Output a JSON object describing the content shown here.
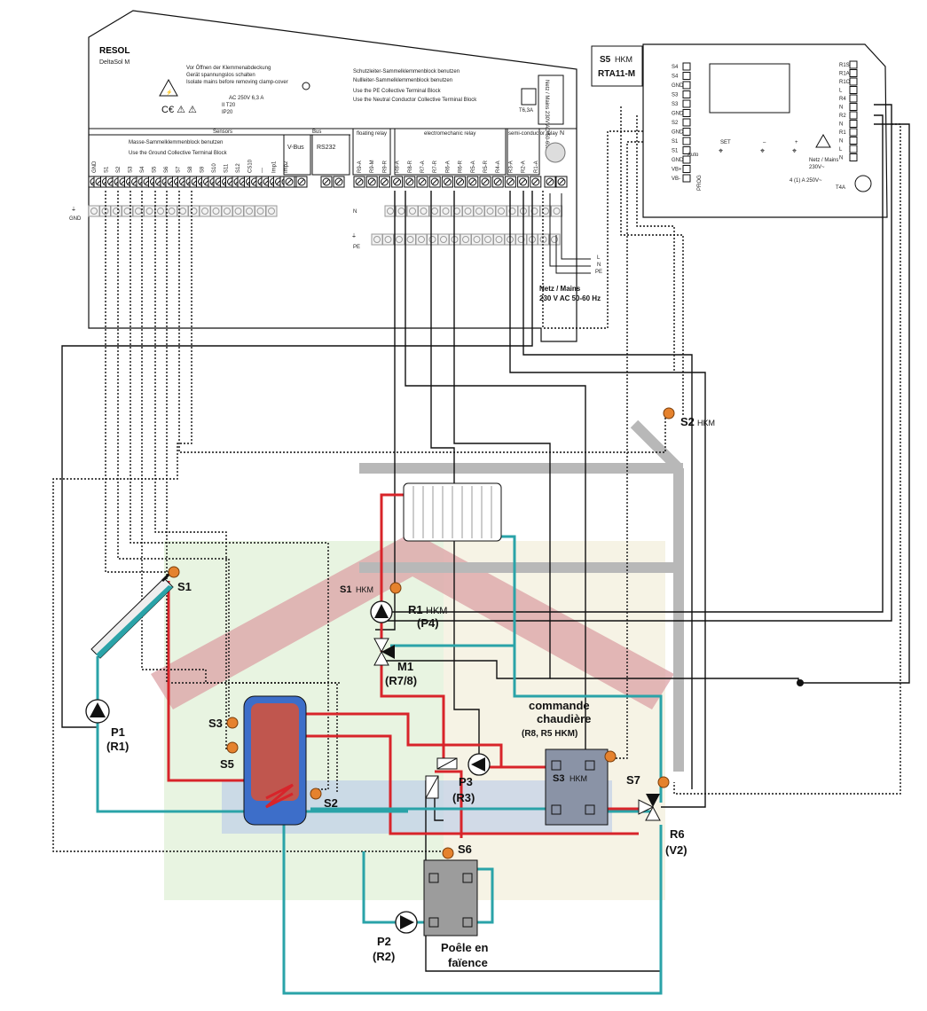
{
  "controller": {
    "brand": "RESOL",
    "model": "DeltaSol M",
    "warning_de": "Vor Öffnen der Klemmenabdeckung",
    "warning_de2": "Gerät spannungslos schalten",
    "warning_en": "Isolate mains before removing clamp-cover",
    "rating": "AC 250V 6,3 A",
    "class_line": "II T20",
    "ip": "IP20",
    "pe_de": "Schutzleiter-Sammelklemmenblock benutzen",
    "n_de": "Nullleiter-Sammelklemmenblock benutzen",
    "pe_en": "Use the PE Collective Terminal Block",
    "n_en": "Use the Neutral Conductor Collective Terminal Block",
    "mains_box": "Netz / Mains 230V AC 50-60Hz",
    "fuse": "T6,3A",
    "sensors_header": "Sensors",
    "bus_header": "Bus",
    "vbus": "V-Bus",
    "rs232": "RS232",
    "ground_de": "Masse-Sammelklemmenblock benutzen",
    "ground_en": "Use the Ground Collective Terminal Block",
    "floating_relay": "floating relay",
    "electromech_relay": "electromechanic relay",
    "semi_relay": "semi-conductor relay",
    "L": "L",
    "N": "N",
    "sensor_terminals": [
      "GND",
      "S1",
      "S2",
      "S3",
      "S4",
      "S5",
      "S6",
      "S7",
      "S8",
      "S9",
      "S10",
      "S11",
      "S12",
      "CS10",
      "---",
      "Imp1",
      "Imp2"
    ],
    "relay_terminals": [
      "R9-A",
      "R9-M",
      "R9-R",
      "R8-A",
      "R8-R",
      "R7-A",
      "R7-R",
      "R6-A",
      "R6-R",
      "R5-A",
      "R5-R",
      "R4-A",
      "R3-A",
      "R2-A",
      "R1-A"
    ],
    "gnd_label": "GND",
    "n_label": "N",
    "pe_label": "PE",
    "mains_text_1": "Netz / Mains",
    "mains_text_2": "230 V AC 50-60 Hz",
    "lnpe": [
      "L",
      "N",
      "PE"
    ]
  },
  "hkm": {
    "title_1": "S5",
    "title_1b": "HKM",
    "title_2": "RTA11-M",
    "left_terms": [
      "S4",
      "S4",
      "GND",
      "S3",
      "S3",
      "GND",
      "S2",
      "GND",
      "S1",
      "S1",
      "GND",
      "VB+",
      "VB-"
    ],
    "right_terms": [
      "R1S",
      "R1A",
      "R1O",
      "L",
      "R4",
      "N",
      "R2",
      "N",
      "R1",
      "N",
      "L",
      "N"
    ],
    "set": "SET",
    "minus": "–",
    "plus": "+",
    "auto": "Auto",
    "prog": "PROG",
    "mains": "Netz / Mains",
    "mains2": "230V~",
    "fuse": "T4A",
    "rating": "4 (1) A 250V~"
  },
  "labels": {
    "s1": "S1",
    "s2hkm": "S2",
    "s2hkm_sub": "HKM",
    "s1hkm": "S1",
    "s1hkm_sub": "HKM",
    "r1hkm": "R1",
    "r1hkm_sub": "HKM",
    "p4": "(P4)",
    "m1": "M1",
    "r78": "(R7/8)",
    "s3": "S3",
    "s5": "S5",
    "s2": "S2",
    "p1": "P1",
    "r1": "(R1)",
    "p3": "P3",
    "r3": "(R3)",
    "cmd1": "commande",
    "cmd2": "chaudière",
    "cmd3": "(R8, R5 HKM)",
    "s3hkm": "S3",
    "s3hkm_sub": "HKM",
    "s7": "S7",
    "r6": "R6",
    "v2": "(V2)",
    "s6": "S6",
    "p2": "P2",
    "r2": "(R2)",
    "poele1": "Poêle en",
    "poele2": "faïence"
  },
  "colors": {
    "hot": "#d8242a",
    "cold": "#2aa3a8",
    "sensor": "#e5822e",
    "chimney": "#b8b8b8",
    "wire": "#111111"
  }
}
